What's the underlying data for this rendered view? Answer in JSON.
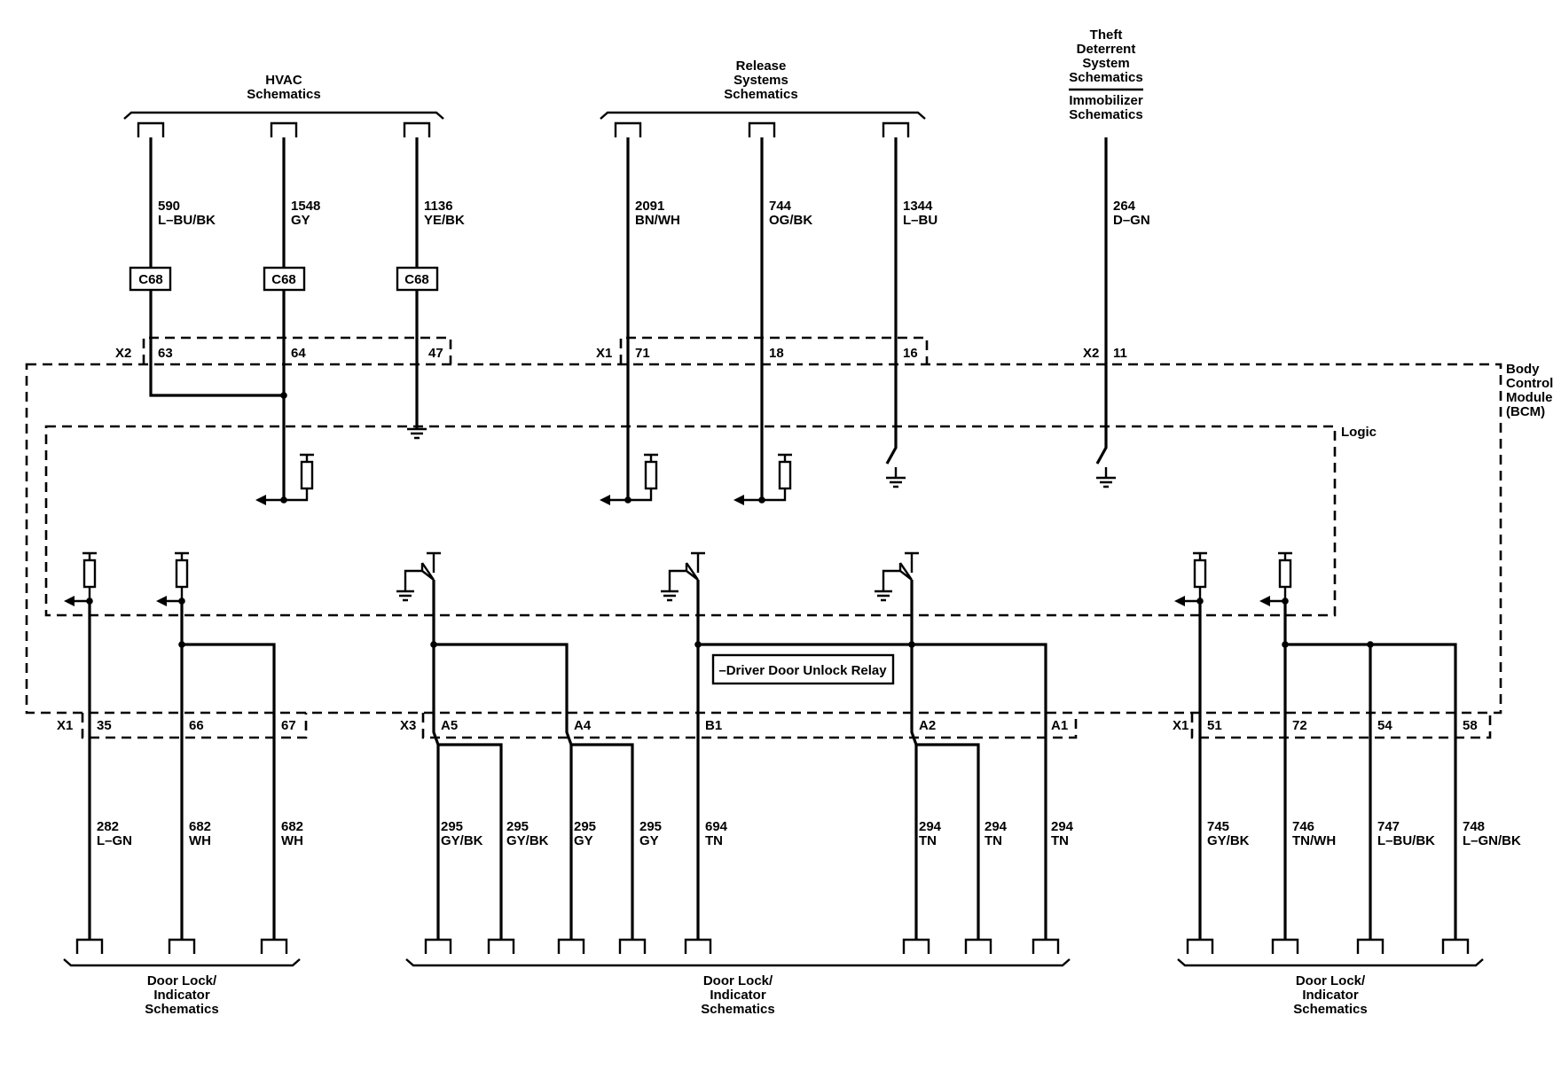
{
  "groups": {
    "hvac": [
      "HVAC",
      "Schematics"
    ],
    "release": [
      "Release",
      "Systems",
      "Schematics"
    ],
    "theft": [
      "Theft",
      "Deterrent",
      "System",
      "Schematics"
    ],
    "immobilizer": [
      "Immobilizer",
      "Schematics"
    ],
    "door_lock": [
      "Door Lock/",
      "Indicator",
      "Schematics"
    ]
  },
  "module": {
    "name": [
      "Body",
      "Control",
      "Module",
      "(BCM)"
    ],
    "logic": "Logic",
    "relay": "–Driver Door Unlock Relay"
  },
  "connectors": {
    "x1": "X1",
    "x2": "X2",
    "x3": "X3",
    "inline": "C68"
  },
  "top_wires": [
    {
      "pin": "63",
      "circuit": "590",
      "color": "L–BU/BK"
    },
    {
      "pin": "64",
      "circuit": "1548",
      "color": "GY"
    },
    {
      "pin": "47",
      "circuit": "1136",
      "color": "YE/BK"
    },
    {
      "pin": "71",
      "circuit": "2091",
      "color": "BN/WH"
    },
    {
      "pin": "18",
      "circuit": "744",
      "color": "OG/BK"
    },
    {
      "pin": "16",
      "circuit": "1344",
      "color": "L–BU"
    },
    {
      "pin": "11",
      "circuit": "264",
      "color": "D–GN"
    }
  ],
  "bottom_wires": [
    {
      "pin": "35",
      "circuit": "282",
      "color": "L–GN"
    },
    {
      "pin": "66",
      "circuit": "682",
      "color": "WH"
    },
    {
      "pin": "67",
      "circuit": "682",
      "color": "WH"
    },
    {
      "pin": "A5",
      "circuit": "295",
      "color": "GY/BK"
    },
    {
      "pin": "",
      "circuit": "295",
      "color": "GY/BK"
    },
    {
      "pin": "A4",
      "circuit": "295",
      "color": "GY"
    },
    {
      "pin": "",
      "circuit": "295",
      "color": "GY"
    },
    {
      "pin": "B1",
      "circuit": "694",
      "color": "TN"
    },
    {
      "pin": "A2",
      "circuit": "294",
      "color": "TN"
    },
    {
      "pin": "",
      "circuit": "294",
      "color": "TN"
    },
    {
      "pin": "A1",
      "circuit": "294",
      "color": "TN"
    },
    {
      "pin": "51",
      "circuit": "745",
      "color": "GY/BK"
    },
    {
      "pin": "72",
      "circuit": "746",
      "color": "TN/WH"
    },
    {
      "pin": "54",
      "circuit": "747",
      "color": "L–BU/BK"
    },
    {
      "pin": "58",
      "circuit": "748",
      "color": "L–GN/BK"
    }
  ]
}
